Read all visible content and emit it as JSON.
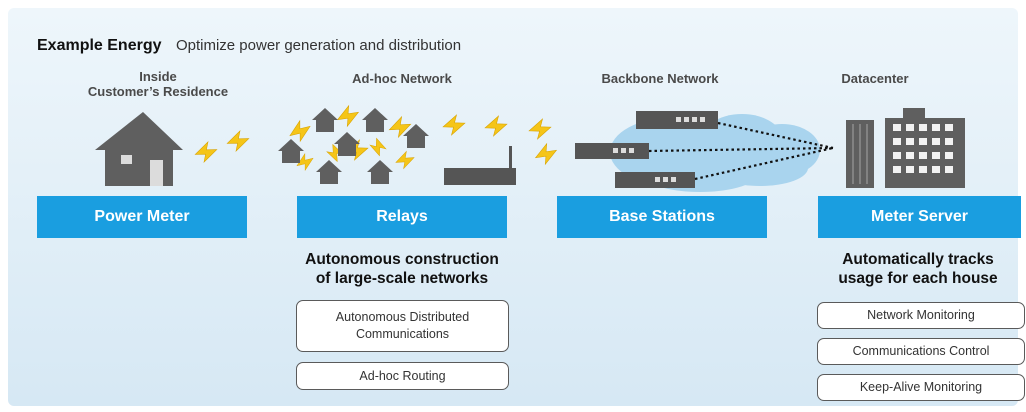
{
  "header": {
    "title": "Example Energy",
    "subtitle": "Optimize power generation and distribution"
  },
  "columns": [
    {
      "label_line1": "Inside",
      "label_line2": "Customer’s Residence",
      "box": "Power Meter"
    },
    {
      "label": "Ad-hoc Network",
      "box": "Relays"
    },
    {
      "label": "Backbone Network",
      "box": "Base Stations"
    },
    {
      "label": "Datacenter",
      "box": "Meter Server"
    }
  ],
  "relays_detail": {
    "heading_line1": "Autonomous construction",
    "heading_line2": "of large-scale networks",
    "items": [
      {
        "line1": "Autonomous Distributed",
        "line2": "Communications"
      },
      {
        "line1": "Ad-hoc Routing"
      }
    ]
  },
  "server_detail": {
    "heading_line1": "Automatically tracks",
    "heading_line2": "usage for each house",
    "items": [
      "Network Monitoring",
      "Communications Control",
      "Keep-Alive Monitoring"
    ]
  },
  "colors": {
    "accent_blue": "#1a9ee0",
    "house_gray": "#5f5f5f",
    "lightning_yellow": "#f5c518",
    "cloud_blue": "#a9d4ee"
  },
  "icons": [
    "house-icon",
    "lightning-icon",
    "small-house-icon",
    "router-icon",
    "cloud-icon",
    "rack-server-icon",
    "building-icon"
  ]
}
